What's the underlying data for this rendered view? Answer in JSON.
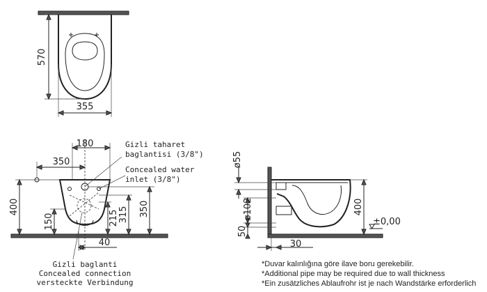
{
  "top_view": {
    "depth": "570",
    "width": "355"
  },
  "front_view": {
    "dim_180": "180",
    "dim_350_horizontal": "350",
    "dim_400": "400",
    "dim_150": "150",
    "dim_215": "215",
    "dim_315": "315",
    "dim_350_vertical": "350",
    "dim_40": "40"
  },
  "side_view": {
    "dim_55": "ø55",
    "dim_102": "ø102",
    "dim_50": "50",
    "dim_400": "400",
    "dim_30": "30",
    "floor_level": "±0,00"
  },
  "labels": {
    "bidet_line1": "Gizli taharet",
    "bidet_line2": "baglantisi (3/8\")",
    "water_line1": "Concealed water",
    "water_line2": "inlet (3/8\")",
    "connection_tr": "Gizli baglanti",
    "connection_en": "Concealed connection",
    "connection_de": "versteckte Verbindung"
  },
  "notes": [
    "*Duvar kalınlığına göre ilave boru gerekebilir.",
    "*Additional pipe may be required due to wall thickness",
    "*Ein zusätzliches Ablaufrohr ist je nach Wandstärke erforderlich"
  ]
}
